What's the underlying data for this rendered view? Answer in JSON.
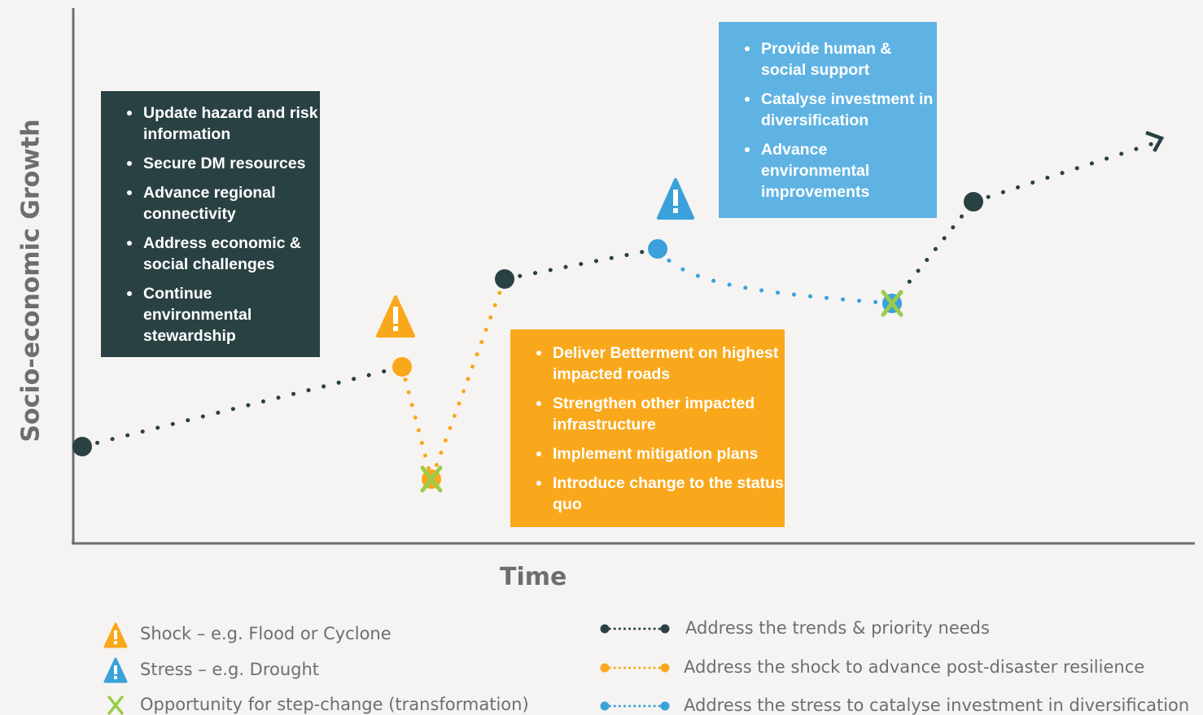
{
  "axes": {
    "x_title": "Time",
    "y_title": "Socio-economic Growth"
  },
  "boxes": {
    "prepare": {
      "color": "#2a4143",
      "items": [
        "Update hazard and risk information",
        "Secure DM resources",
        "Advance regional connectivity",
        "Address economic & social challenges",
        "Continue environmental stewardship"
      ]
    },
    "shock_response": {
      "color": "#f9a81b",
      "items": [
        "Deliver Betterment on highest impacted roads",
        "Strengthen other impacted infrastructure",
        "Implement mitigation plans",
        "Introduce change to the status quo"
      ]
    },
    "stress_response": {
      "color": "#5fb3e3",
      "items": [
        "Provide human & social support",
        "Catalyse investment in diversification",
        "Advance environmental improvements"
      ]
    }
  },
  "legend": {
    "shock": "Shock – e.g. Flood or Cyclone",
    "stress": "Stress – e.g. Drought",
    "opportunity": "Opportunity for step-change (transformation)",
    "trends": "Address the trends & priority needs",
    "shock_path": "Address the shock to advance post-disaster resilience",
    "stress_path": "Address the stress to catalyse investment in diversification"
  },
  "colors": {
    "dark": "#2a4143",
    "orange": "#f9a81b",
    "blue": "#3aa1db",
    "green": "#9bcb4b",
    "axis": "#6d6e70"
  },
  "icons": {
    "shock": "warning-triangle-orange",
    "stress": "warning-triangle-blue",
    "opportunity": "green-x"
  }
}
